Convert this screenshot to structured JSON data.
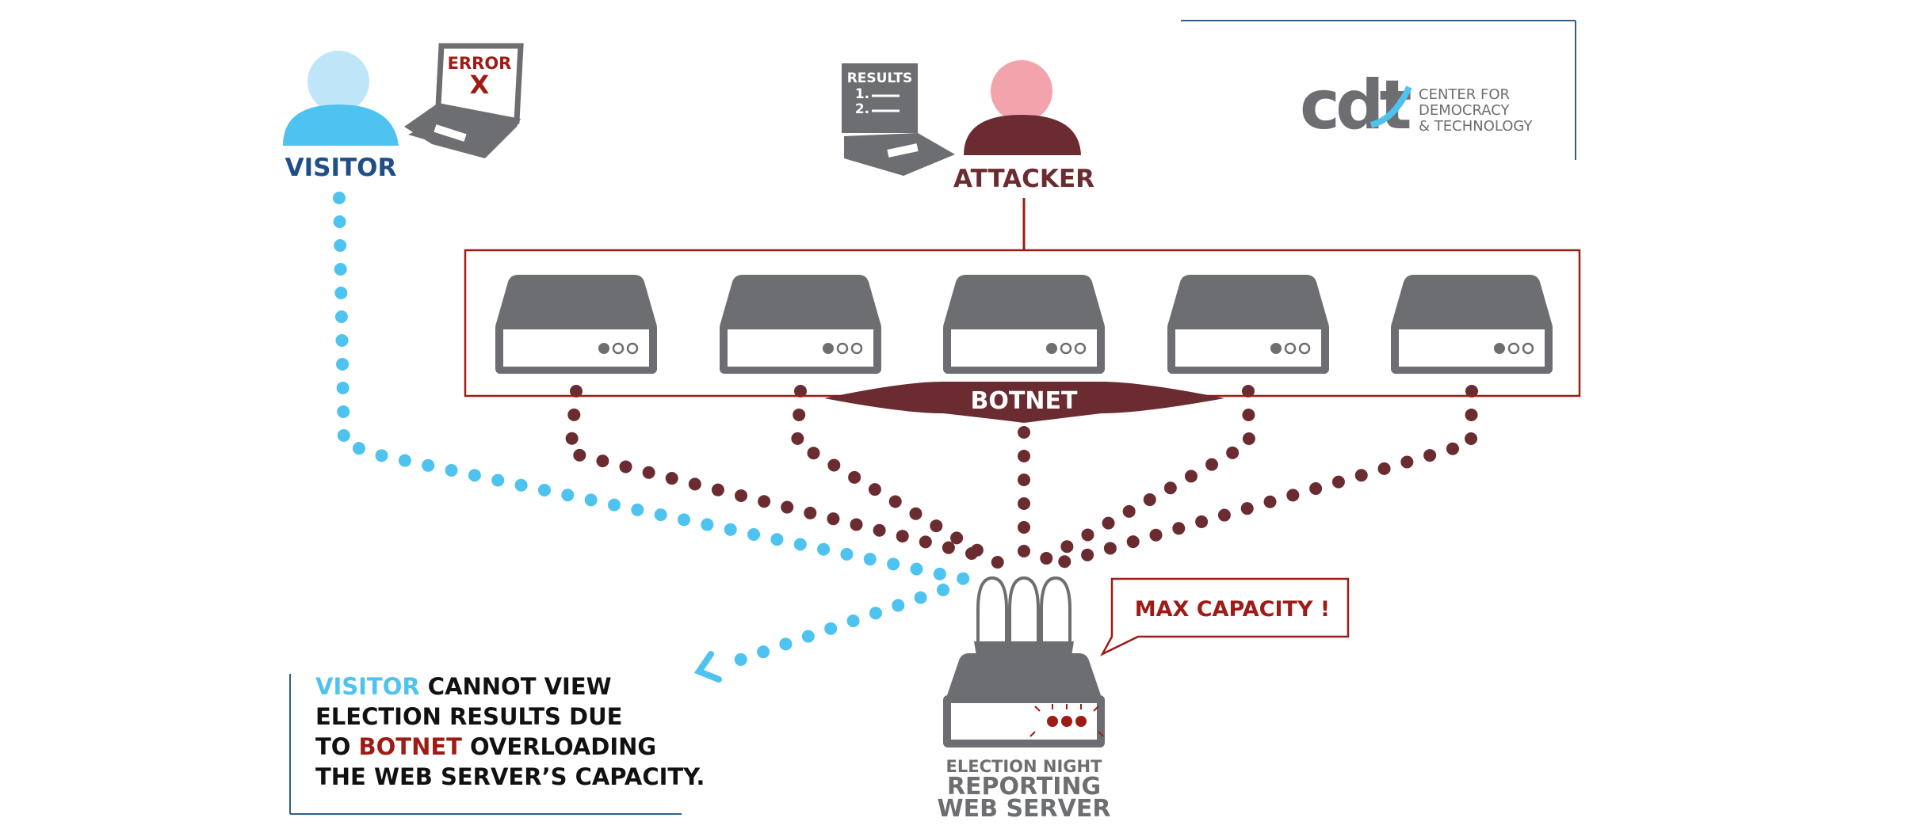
{
  "colors": {
    "visitor": "#4ec3ef",
    "visitor_light": "#bfe6f8",
    "visitor_label": "#1f4f86",
    "attacker": "#6b2c31",
    "attacker_light": "#f2a3ab",
    "botnet_red": "#9e1b16",
    "server_gray": "#6d6e71",
    "caption_line": "#2f5f8a"
  },
  "labels": {
    "visitor": "VISITOR",
    "attacker": "ATTACKER",
    "botnet": "BOTNET",
    "error_title": "ERROR",
    "error_mark": "X",
    "results_title": "RESULTS",
    "results_line1": "1.",
    "results_line2": "2.",
    "max_capacity": "MAX CAPACITY !",
    "server_line1": "ELECTION NIGHT",
    "server_line2": "REPORTING",
    "server_line3": "WEB SERVER"
  },
  "logo": {
    "mark": "cdt",
    "line1": "CENTER FOR",
    "line2": "DEMOCRACY",
    "line3": "& TECHNOLOGY"
  },
  "caption": {
    "l1_highlight": "VISITOR",
    "l1_rest": " CANNOT VIEW",
    "l2": "ELECTION RESULTS DUE",
    "l3_pre": "TO ",
    "l3_highlight": "BOTNET",
    "l3_rest": " OVERLOADING",
    "l4": "THE WEB SERVER’S CAPACITY."
  },
  "botnet_servers": [
    {
      "name": "bot-server-1"
    },
    {
      "name": "bot-server-2"
    },
    {
      "name": "bot-server-3"
    },
    {
      "name": "bot-server-4"
    },
    {
      "name": "bot-server-5"
    }
  ]
}
